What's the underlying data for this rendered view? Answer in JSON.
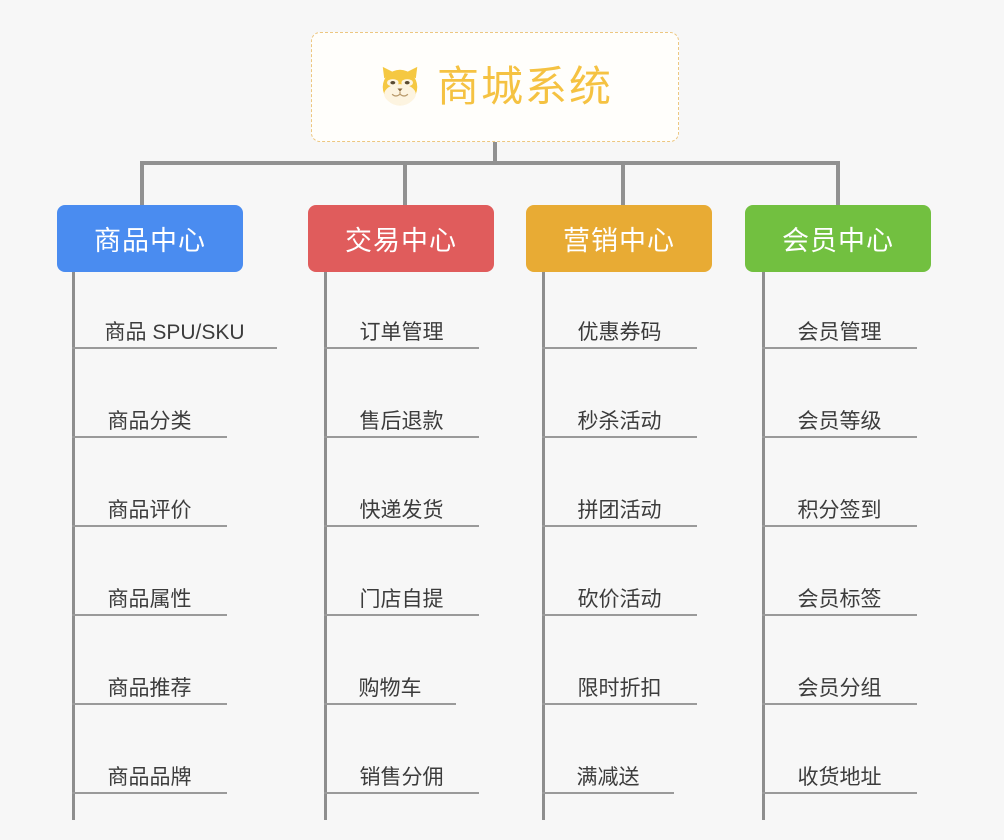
{
  "diagram": {
    "background_color": "#f7f7f7",
    "root": {
      "title": "商城系统",
      "icon": "shiba-dog-emoji",
      "text_color": "#f5c242",
      "border_color": "#edc781"
    },
    "connector_color": "#919191",
    "branches": [
      {
        "label": "商品中心",
        "color": "#4a8cf0",
        "items": [
          "商品 SPU/SKU",
          "商品分类",
          "商品评价",
          "商品属性",
          "商品推荐",
          "商品品牌"
        ]
      },
      {
        "label": "交易中心",
        "color": "#e05c5c",
        "items": [
          "订单管理",
          "售后退款",
          "快递发货",
          "门店自提",
          "购物车",
          "销售分佣"
        ]
      },
      {
        "label": "营销中心",
        "color": "#e8ab34",
        "items": [
          "优惠券码",
          "秒杀活动",
          "拼团活动",
          "砍价活动",
          "限时折扣",
          "满减送"
        ]
      },
      {
        "label": "会员中心",
        "color": "#72c040",
        "items": [
          "会员管理",
          "会员等级",
          "积分签到",
          "会员标签",
          "会员分组",
          "收货地址"
        ]
      }
    ]
  }
}
